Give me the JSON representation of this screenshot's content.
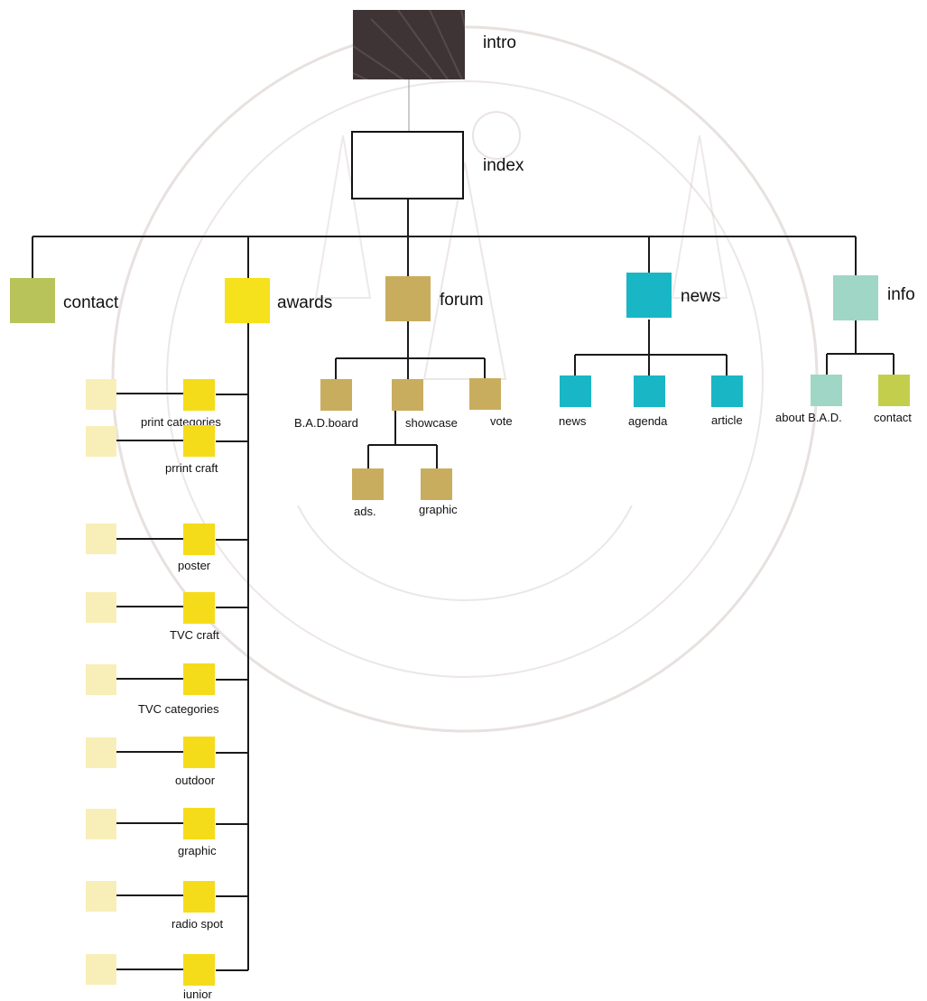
{
  "colors": {
    "intro": "#3e3436",
    "contact": "#b8c45a",
    "awards": "#f5e21c",
    "awards_child": "#f5dc1a",
    "awards_ghost": "#f8efb8",
    "forum": "#c9ad5e",
    "news": "#19b6c5",
    "info": "#9fd6c5",
    "info_contact": "#c3cf4c",
    "watermark": "#d4c9c5"
  },
  "root": {
    "intro": "intro",
    "index": "index"
  },
  "sections": {
    "contact": "contact",
    "awards": "awards",
    "forum": "forum",
    "news": "news",
    "info": "info"
  },
  "forum_children": {
    "bad_board": "B.A.D.board",
    "showcase": "showcase",
    "vote": "vote",
    "ads": "ads.",
    "graphic": "graphic"
  },
  "news_children": {
    "news": "news",
    "agenda": "agenda",
    "article": "article"
  },
  "info_children": {
    "about": "about B.A.D.",
    "contact": "contact"
  },
  "awards_children": [
    "print categories",
    "prrint craft",
    "poster",
    "TVC craft",
    "TVC categories",
    "outdoor",
    "graphic",
    "radio spot",
    "iunior"
  ]
}
